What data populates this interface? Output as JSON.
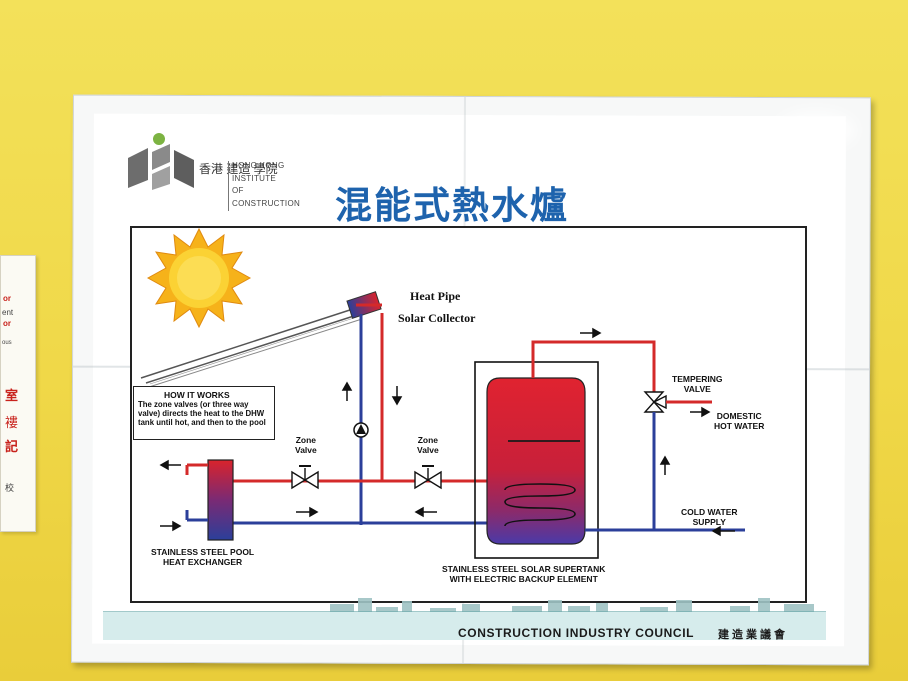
{
  "side_notice": {
    "lines_en": [
      "or",
      "ent",
      "or",
      "ous"
    ],
    "lines_cn": [
      "室",
      "褸",
      "記",
      "校"
    ]
  },
  "logo": {
    "name_cn": "香港 建造 學院",
    "name_en": [
      "HONG KONG",
      "INSTITUTE",
      "OF",
      "CONSTRUCTION"
    ]
  },
  "title": "混能式熱水爐",
  "diagram": {
    "collector_label": [
      "Heat Pipe",
      "Solar Collector"
    ],
    "how_it_works": {
      "title": "HOW IT WORKS",
      "body": "The zone valves (or three way valve) directs the heat to the DHW tank until hot, and then to the pool"
    },
    "zone_valve_label": [
      "Zone",
      "Valve"
    ],
    "tempering_valve_label": [
      "TEMPERING",
      "VALVE"
    ],
    "domestic_hot_water_label": [
      "DOMESTIC",
      "HOT WATER"
    ],
    "cold_water_supply_label": [
      "COLD WATER",
      "SUPPLY"
    ],
    "pool_exchanger_label": [
      "STAINLESS STEEL POOL",
      "HEAT EXCHANGER"
    ],
    "tank_label": [
      "STAINLESS STEEL SOLAR SUPERTANK",
      "WITH ELECTRIC BACKUP ELEMENT"
    ],
    "colors": {
      "hot_pipe": "#d42a2a",
      "cold_pipe": "#2b3f9a",
      "title_blue": "#1e63ad",
      "sun": "#f6b21a"
    }
  },
  "footer": {
    "council_en": "CONSTRUCTION INDUSTRY COUNCIL",
    "council_cn": "建造業議會"
  }
}
